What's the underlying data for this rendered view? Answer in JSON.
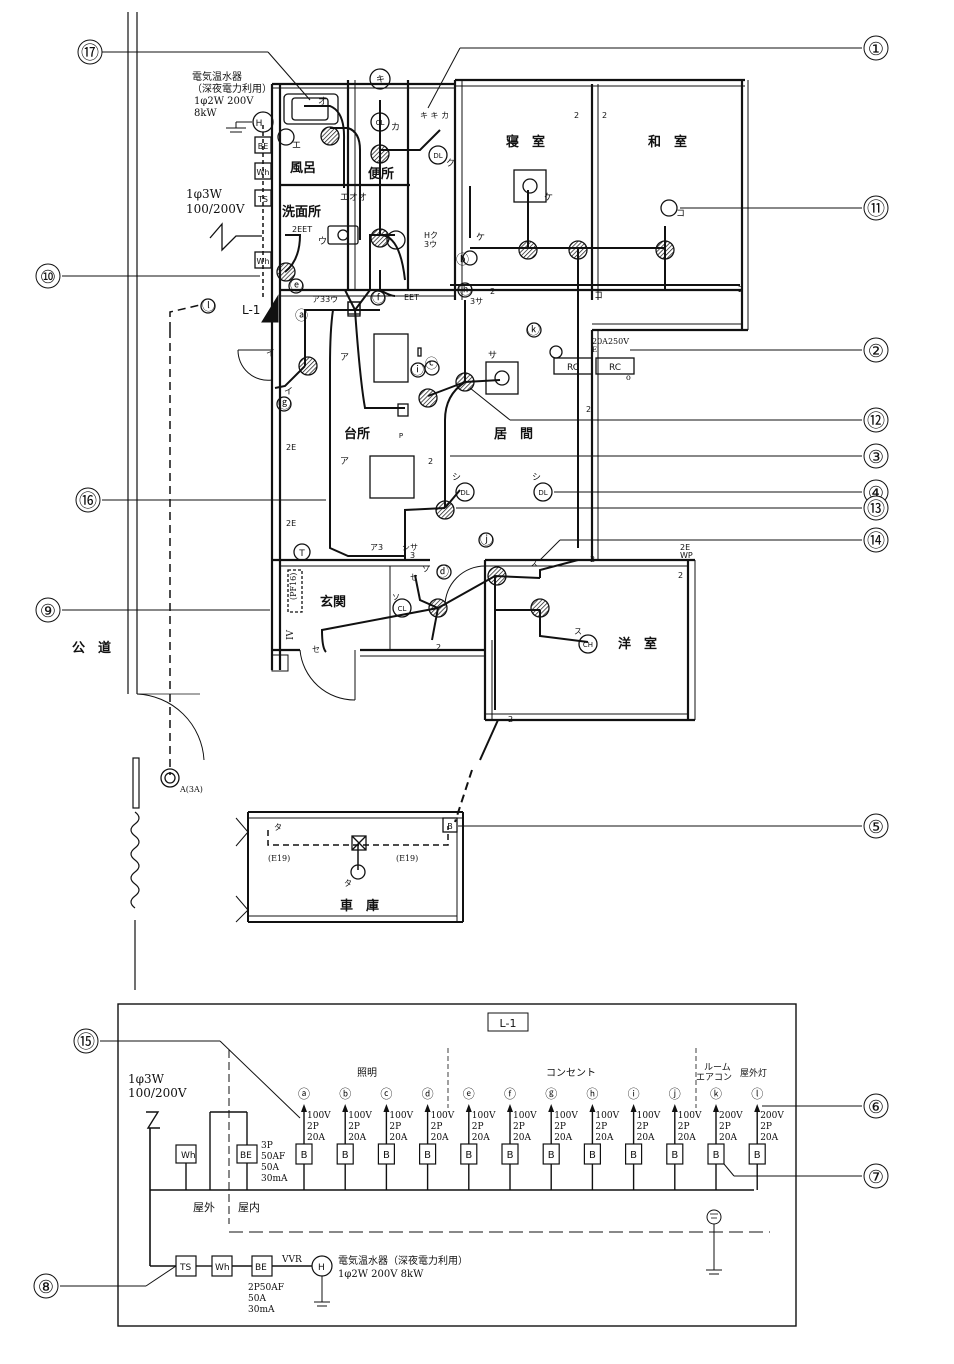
{
  "rooms": {
    "bath": "風呂",
    "toilet": "便所",
    "washroom": "洗面所",
    "bedroom": "寝　室",
    "washitsu": "和　室",
    "kitchen": "台所",
    "living": "居　間",
    "entrance": "玄関",
    "youshitsu": "洋　室",
    "garage": "車　庫",
    "road": "公　道"
  },
  "heater_top": {
    "line1": "電気温水器",
    "line2": "（深夜電力利用）",
    "line3": "1φ2W 200V",
    "line4": "8kW"
  },
  "supply_top": {
    "line1": "1φ3W",
    "line2": "100/200V"
  },
  "panel_label": "L-1",
  "callouts": [
    "⑰",
    "①",
    "⑪",
    "⑩",
    "②",
    "⑫",
    "③",
    "⑯",
    "④",
    "⑬",
    "⑭",
    "⑨",
    "⑤",
    "⑮",
    "⑥",
    "⑦",
    "⑧"
  ],
  "plan_symbols": {
    "BE": "BE",
    "Wh": "Wh",
    "TS": "TS",
    "H": "H",
    "RC": "RC",
    "CL": "CL",
    "DL": "DL",
    "CH": "CH",
    "B": "B",
    "T": "T",
    "P": "P",
    "rc_spec": "20A250V",
    "rc_sub": "E",
    "rc_o": "o",
    "cond_e19": "(E19)",
    "pf16": "(PF16)",
    "iv": "IV",
    "outdoor_lamp": "A(3A)",
    "eet1": "2EET",
    "eet2": "EET",
    "twoE": "2E",
    "twoEWP1": "2E",
    "twoEWP2": "WP",
    "two": "2",
    "kana_o": "オ",
    "kana_e": "エ",
    "kana_eoo": "エオオ",
    "kana_ki": "キ",
    "kana_kika": "キ キ カ",
    "kana_ka": "カ",
    "kana_ku": "ク",
    "kana_ke": "ケ",
    "kana_ko": "コ",
    "kana_u": "ウ",
    "kana_hku": "Hク",
    "kana_3u": "3ウ",
    "kana_a33u": "ア33ウ",
    "kana_i": "イ",
    "kana_a": "ア",
    "kana_sa": "サ",
    "kana_3sa": "3サ",
    "kana_shi": "シ",
    "kana_a3": "ア3",
    "kana_shisa": "シサ",
    "kana_so": "ソ",
    "kana_se": "セ",
    "kana_su": "ス",
    "kana_ta": "タ",
    "kana_3": "3",
    "lc_a": "ⓐ",
    "lc_b": "ⓑ",
    "lc_c": "ⓒ",
    "lc_d": "ⓓ",
    "lc_e": "ⓔ",
    "lc_f": "ⓕ",
    "lc_g": "ⓖ",
    "lc_h": "ⓗ",
    "lc_i": "ⓘ",
    "lc_j": "ⓙ",
    "lc_k": "ⓚ",
    "lc_l": "ⓛ"
  },
  "panel": {
    "title": "L-1",
    "supply_line1": "1φ3W",
    "supply_line2": "100/200V",
    "group_lighting": "照明",
    "group_outlet": "コンセント",
    "group_aircon_line1": "ルーム",
    "group_aircon_line2": "エアコン",
    "group_outdoor": "屋外灯",
    "main_breaker": {
      "symbol": "BE",
      "spec1": "3P",
      "spec2": "50AF",
      "spec3": "50A",
      "spec4": "30mA"
    },
    "meter": "Wh",
    "breaker_symbol": "B",
    "circuits": [
      {
        "id": "ⓐ",
        "v": "100V",
        "p": "2P",
        "a": "20A"
      },
      {
        "id": "ⓑ",
        "v": "100V",
        "p": "2P",
        "a": "20A"
      },
      {
        "id": "ⓒ",
        "v": "100V",
        "p": "2P",
        "a": "20A"
      },
      {
        "id": "ⓓ",
        "v": "100V",
        "p": "2P",
        "a": "20A"
      },
      {
        "id": "ⓔ",
        "v": "100V",
        "p": "2P",
        "a": "20A"
      },
      {
        "id": "ⓕ",
        "v": "100V",
        "p": "2P",
        "a": "20A"
      },
      {
        "id": "ⓖ",
        "v": "100V",
        "p": "2P",
        "a": "20A"
      },
      {
        "id": "ⓗ",
        "v": "100V",
        "p": "2P",
        "a": "20A"
      },
      {
        "id": "ⓘ",
        "v": "100V",
        "p": "2P",
        "a": "20A"
      },
      {
        "id": "ⓙ",
        "v": "100V",
        "p": "2P",
        "a": "20A"
      },
      {
        "id": "ⓚ",
        "v": "200V",
        "p": "2P",
        "a": "20A"
      },
      {
        "id": "ⓛ",
        "v": "200V",
        "p": "2P",
        "a": "20A"
      }
    ],
    "outdoor": "屋外",
    "indoor": "屋内",
    "ts": "TS",
    "wh2": "Wh",
    "be2": {
      "symbol": "BE",
      "spec1": "2P50AF",
      "spec2": "50A",
      "spec3": "30mA"
    },
    "vvr": "VVR",
    "heater_line1": "電気温水器（深夜電力利用）",
    "heater_line2": "1φ2W 200V 8kW",
    "heater_symbol": "H"
  }
}
